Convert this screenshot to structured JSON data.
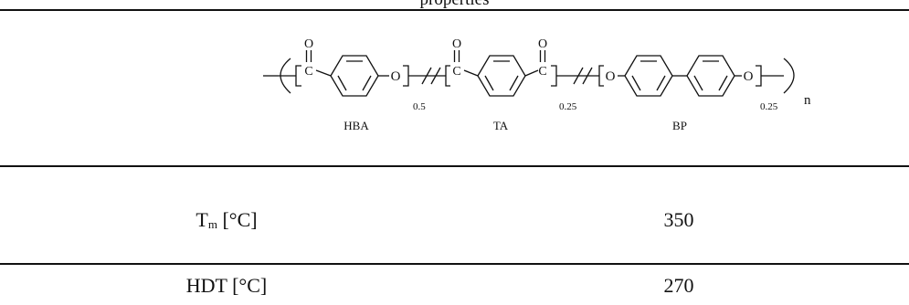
{
  "header_fragment": "properties",
  "structure": {
    "units": [
      {
        "label": "HBA",
        "subscript": "0.5"
      },
      {
        "label": "TA",
        "subscript": "0.25"
      },
      {
        "label": "BP",
        "subscript": "0.25"
      }
    ],
    "repeat_subscript": "n",
    "atoms": {
      "oxygen": "O",
      "carbon": "C"
    }
  },
  "rows": [
    {
      "property": "T",
      "property_sub": "m",
      "unit": " [°C]",
      "value": "350"
    },
    {
      "property": "HDT",
      "property_sub": "",
      "unit": " [°C]",
      "value": "270"
    }
  ]
}
